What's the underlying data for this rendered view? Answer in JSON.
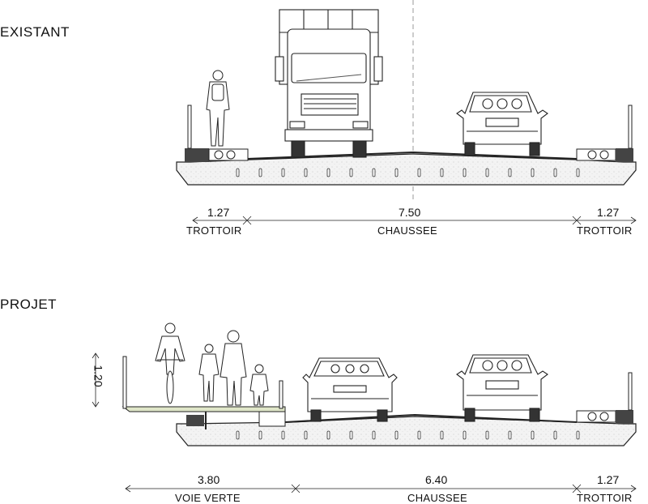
{
  "sections": {
    "existing": {
      "title": "EXISTANT",
      "dims": [
        {
          "value": "1.27",
          "label": "TROTTOIR"
        },
        {
          "value": "7.50",
          "label": "CHAUSSEE"
        },
        {
          "value": "1.27",
          "label": "TROTTOIR"
        }
      ]
    },
    "project": {
      "title": "PROJET",
      "railing_height": "1.20",
      "dims": [
        {
          "value": "3.80",
          "label": "VOIE VERTE"
        },
        {
          "value": "6.40",
          "label": "CHAUSSEE"
        },
        {
          "value": "1.27",
          "label": "TROTTOIR"
        }
      ]
    }
  },
  "colors": {
    "line": "#222222",
    "deck_hatch": "#e8e8e8",
    "curb": "#444444",
    "greenway": "#dfe6c8"
  }
}
